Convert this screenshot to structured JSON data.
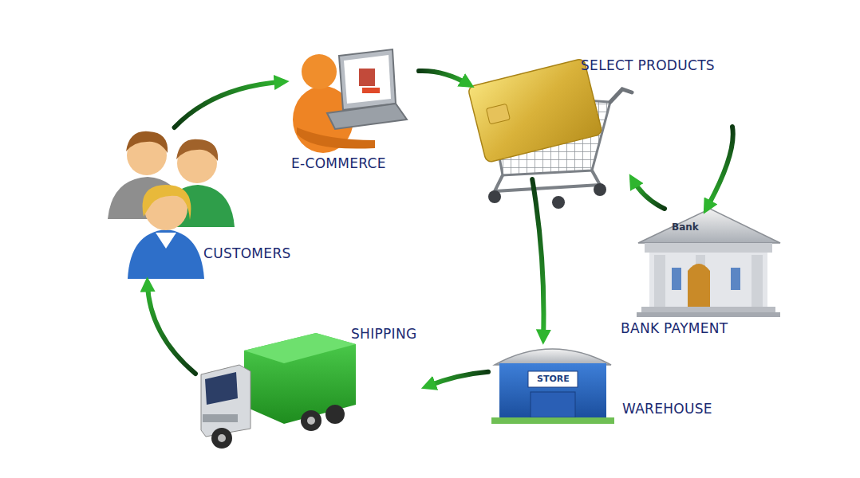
{
  "diagram": {
    "nodes": [
      {
        "text": [
          "CUSTOMERS"
        ]
      },
      {
        "text": [
          "E-COMMERCE"
        ]
      },
      {
        "text": [
          "SELECT PRODUCTS"
        ]
      },
      {
        "text": [
          "BANK PAYMENT"
        ]
      },
      {
        "text": [
          "WAREHOUSE"
        ]
      },
      {
        "text": [
          "SHIPPING"
        ]
      }
    ],
    "edges": [
      {
        "from": 0,
        "to": 1,
        "arrow": "to"
      },
      {
        "from": 1,
        "to": 2,
        "arrow": "to"
      },
      {
        "from": 2,
        "to": 3,
        "arrow": "to"
      },
      {
        "from": 3,
        "to": 2,
        "arrow": "to"
      },
      {
        "from": 2,
        "to": 4,
        "arrow": "to"
      },
      {
        "from": 4,
        "to": 5,
        "arrow": "to"
      },
      {
        "from": 5,
        "to": 0,
        "arrow": "to"
      }
    ],
    "labels": [
      "Bank",
      "STORE"
    ]
  }
}
